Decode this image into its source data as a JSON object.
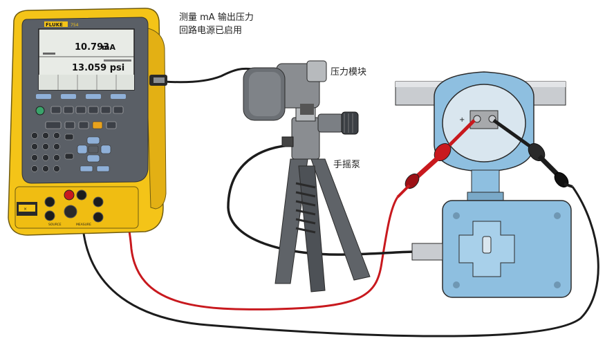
{
  "annotations": {
    "mode_line1": "测量 mA 输出压力",
    "mode_line2": "回路电源已启用",
    "pressure_module": "压力模块",
    "hand_pump": "手摇泵"
  },
  "calibrator": {
    "brand": "FLUKE",
    "model": "754",
    "reading_primary": "10.793",
    "reading_primary_unit": "mA",
    "reading_secondary": "13.059 psi",
    "plus_sign": "+",
    "jack_source": "SOURCE",
    "jack_measure": "MEASURE"
  },
  "colors": {
    "calibrator_body": "#f4c418",
    "calibrator_face": "#5a5f66",
    "red_lead": "#c8191e",
    "black_lead": "#1c1c1c",
    "transmitter": "#8ebfe0",
    "pump_gray": "#8a8d91"
  }
}
